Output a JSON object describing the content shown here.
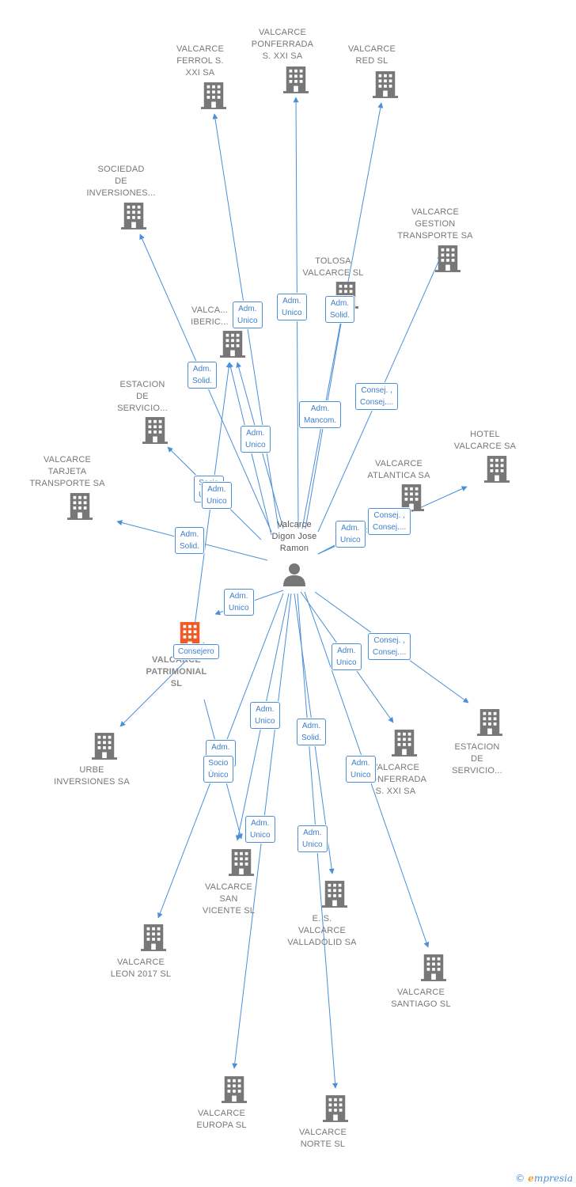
{
  "center": {
    "label": "Valcarce\nDigon Jose\nRamon",
    "icon": "person-icon"
  },
  "colors": {
    "edge": "#4a8fd8",
    "node": "#777777",
    "focus": "#f05a28",
    "person": "#777777"
  },
  "nodes": [
    {
      "id": "ferrol",
      "label": "VALCARCE\nFERROL S.\nXXI SA",
      "icon": "building-icon"
    },
    {
      "id": "ponferrada_top",
      "label": "VALCARCE\nPONFERRADA\nS.  XXI SA",
      "icon": "building-icon"
    },
    {
      "id": "red",
      "label": "VALCARCE\nRED  SL",
      "icon": "building-icon"
    },
    {
      "id": "sociedad",
      "label": "SOCIEDAD\nDE\nINVERSIONES...",
      "icon": "building-icon"
    },
    {
      "id": "gestion",
      "label": "VALCARCE\nGESTION\nTRANSPORTE SA",
      "icon": "building-icon"
    },
    {
      "id": "tolosa",
      "label": "TOLOSA\nVALCARCE SL",
      "icon": "building-icon"
    },
    {
      "id": "iberica",
      "label": "VALCA...\nIBERIC...",
      "icon": "building-icon"
    },
    {
      "id": "estacion1",
      "label": "ESTACION\nDE\nSERVICIO...",
      "icon": "building-icon"
    },
    {
      "id": "hotel",
      "label": "HOTEL\nVALCARCE SA",
      "icon": "building-icon"
    },
    {
      "id": "atlantica",
      "label": "VALCARCE\nATLANTICA SA",
      "icon": "building-icon"
    },
    {
      "id": "tarjeta",
      "label": "VALCARCE\nTARJETA\nTRANSPORTE SA",
      "icon": "building-icon"
    },
    {
      "id": "patrimonial",
      "label": "VALCARCE\nPATRIMONIAL\nSL",
      "icon": "building-icon-focus"
    },
    {
      "id": "urbe",
      "label": "URBE\nINVERSIONES SA",
      "icon": "building-icon"
    },
    {
      "id": "estacion2",
      "label": "ESTACION\nDE\nSERVICIO...",
      "icon": "building-icon"
    },
    {
      "id": "ponferrada_bot",
      "label": "VALCARCE\nPONFERRADA\nS. XXI SA",
      "icon": "building-icon"
    },
    {
      "id": "sanvicente",
      "label": "VALCARCE\nSAN\nVICENTE  SL",
      "icon": "building-icon"
    },
    {
      "id": "valladolid",
      "label": "E.  S.\nVALCARCE\nVALLADOLID SA",
      "icon": "building-icon"
    },
    {
      "id": "leon",
      "label": "VALCARCE\nLEON 2017  SL",
      "icon": "building-icon"
    },
    {
      "id": "santiago",
      "label": "VALCARCE\nSANTIAGO  SL",
      "icon": "building-icon"
    },
    {
      "id": "europa",
      "label": "VALCARCE\nEUROPA  SL",
      "icon": "building-icon"
    },
    {
      "id": "norte",
      "label": "VALCARCE\nNORTE  SL",
      "icon": "building-icon"
    }
  ],
  "relations": [
    {
      "id": "r_ferrol",
      "label": "Adm.\nUnico"
    },
    {
      "id": "r_ponf_top",
      "label": "Adm.\nUnico"
    },
    {
      "id": "r_red",
      "label": "Adm.\nSolid."
    },
    {
      "id": "r_sociedad",
      "label": "Adm.\nSolid."
    },
    {
      "id": "r_tolosa",
      "label": "Adm.\nMancom."
    },
    {
      "id": "r_gestion",
      "label": "Consej. ,\nConsej...."
    },
    {
      "id": "r_iberica",
      "label": "Adm.\nUnico"
    },
    {
      "id": "r_estacion1",
      "label": "Socio\nÚnico"
    },
    {
      "id": "r_estacion1b",
      "label": "Adm.\nUnico"
    },
    {
      "id": "r_tarjeta",
      "label": "Adm.\nSolid."
    },
    {
      "id": "r_hotel",
      "label": "Consej. ,\nConsej...."
    },
    {
      "id": "r_atlantica",
      "label": "Adm.\nUnico"
    },
    {
      "id": "r_patrimonial",
      "label": "Adm.\nUnico"
    },
    {
      "id": "r_urbe",
      "label": "Consejero"
    },
    {
      "id": "r_estacion2",
      "label": "Consej. ,\nConsej...."
    },
    {
      "id": "r_ponf_bot",
      "label": "Adm.\nUnico"
    },
    {
      "id": "r_sanvicente",
      "label": "Adm.\nUnico"
    },
    {
      "id": "r_valladolid",
      "label": "Adm.\nSolid."
    },
    {
      "id": "r_leon",
      "label": "Adm.\nUnico"
    },
    {
      "id": "r_leon2",
      "label": "Socio\nÚnico"
    },
    {
      "id": "r_santiago",
      "label": "Adm.\nUnico"
    },
    {
      "id": "r_europa",
      "label": "Adm.\nUnico"
    },
    {
      "id": "r_norte",
      "label": "Adm.\nUnico"
    }
  ],
  "footer": {
    "copyright": "©",
    "brand_e": "e",
    "brand_rest": "mpresia"
  }
}
